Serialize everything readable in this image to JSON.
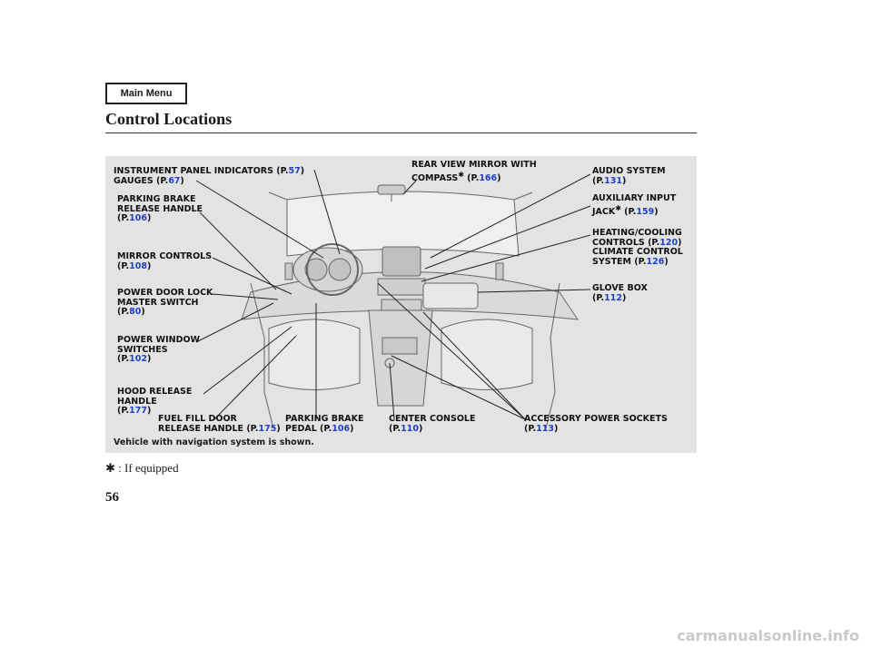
{
  "nav": {
    "main_menu": "Main Menu"
  },
  "page": {
    "title": "Control Locations",
    "number": "56",
    "equipped_note": ": If equipped",
    "asterisk": "✱"
  },
  "figure": {
    "footnote": "Vehicle with navigation system is shown.",
    "labels": {
      "instrument": {
        "lines": [
          "INSTRUMENT PANEL INDICATORS"
        ],
        "pages": [
          "57"
        ]
      },
      "gauges": {
        "lines": [
          "GAUGES"
        ],
        "pages": [
          "67"
        ]
      },
      "parking_brake_release": {
        "lines": [
          "PARKING BRAKE",
          "RELEASE HANDLE"
        ],
        "pages": [
          "106"
        ]
      },
      "mirror_controls": {
        "lines": [
          "MIRROR CONTROLS"
        ],
        "pages": [
          "108"
        ]
      },
      "power_door_lock": {
        "lines": [
          "POWER DOOR LOCK",
          "MASTER SWITCH"
        ],
        "pages": [
          "80"
        ]
      },
      "power_window": {
        "lines": [
          "POWER WINDOW",
          "SWITCHES"
        ],
        "pages": [
          "102"
        ]
      },
      "hood_release": {
        "lines": [
          "HOOD RELEASE",
          "HANDLE"
        ],
        "pages": [
          "177"
        ]
      },
      "fuel_fill": {
        "lines": [
          "FUEL FILL DOOR",
          "RELEASE HANDLE"
        ],
        "pages": [
          "175"
        ]
      },
      "parking_brake_pedal": {
        "lines": [
          "PARKING BRAKE",
          "PEDAL"
        ],
        "pages": [
          "106"
        ]
      },
      "center_console": {
        "lines": [
          "CENTER CONSOLE"
        ],
        "pages": [
          "110"
        ]
      },
      "accessory_sockets": {
        "lines": [
          "ACCESSORY POWER SOCKETS"
        ],
        "pages": [
          "113"
        ]
      },
      "rear_view_mirror": {
        "lines": [
          "REAR VIEW MIRROR WITH",
          "COMPASS"
        ],
        "pages": [
          "166"
        ]
      },
      "audio": {
        "lines": [
          "AUDIO SYSTEM"
        ],
        "pages": [
          "131"
        ]
      },
      "aux_jack": {
        "lines": [
          "AUXILIARY INPUT",
          "JACK"
        ],
        "pages": [
          "159"
        ]
      },
      "heating": {
        "lines": [
          "HEATING/COOLING",
          "CONTROLS"
        ],
        "pages": [
          "120"
        ]
      },
      "climate": {
        "lines": [
          "CLIMATE CONTROL",
          "SYSTEM"
        ],
        "pages": [
          "126"
        ]
      },
      "glove_box": {
        "lines": [
          "GLOVE BOX"
        ],
        "pages": [
          "112"
        ]
      }
    }
  },
  "watermark": "carmanualsonline.info",
  "colors": {
    "link": "#1f3fc4",
    "figure_bg": "#e3e3e3"
  }
}
